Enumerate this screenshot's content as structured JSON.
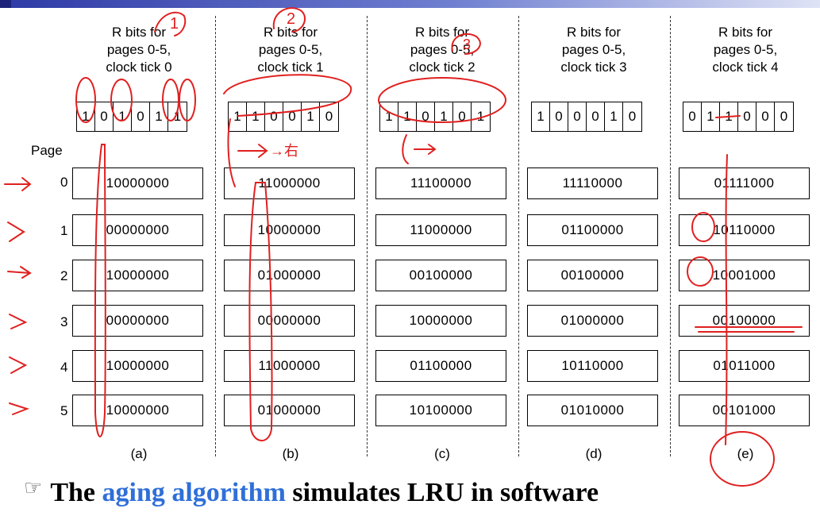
{
  "page_label": "Page",
  "page_numbers": [
    "0",
    "1",
    "2",
    "3",
    "4",
    "5"
  ],
  "columns": [
    {
      "header": [
        "R bits for",
        "pages 0-5,",
        "clock tick 0"
      ],
      "r_bits": [
        "1",
        "0",
        "1",
        "0",
        "1",
        "1"
      ],
      "counters": [
        "10000000",
        "00000000",
        "10000000",
        "00000000",
        "10000000",
        "10000000"
      ],
      "caption": "(a)"
    },
    {
      "header": [
        "R bits for",
        "pages 0-5,",
        "clock tick 1"
      ],
      "r_bits": [
        "1",
        "1",
        "0",
        "0",
        "1",
        "0"
      ],
      "counters": [
        "11000000",
        "10000000",
        "01000000",
        "00000000",
        "11000000",
        "01000000"
      ],
      "caption": "(b)"
    },
    {
      "header": [
        "R bits for",
        "pages 0-5,",
        "clock tick 2"
      ],
      "r_bits": [
        "1",
        "1",
        "0",
        "1",
        "0",
        "1"
      ],
      "counters": [
        "11100000",
        "11000000",
        "00100000",
        "10000000",
        "01100000",
        "10100000"
      ],
      "caption": "(c)"
    },
    {
      "header": [
        "R bits for",
        "pages 0-5,",
        "clock tick 3"
      ],
      "r_bits": [
        "1",
        "0",
        "0",
        "0",
        "1",
        "0"
      ],
      "counters": [
        "11110000",
        "01100000",
        "00100000",
        "01000000",
        "10110000",
        "01010000"
      ],
      "caption": "(d)"
    },
    {
      "header": [
        "R bits for",
        "pages 0-5,",
        "clock tick 4"
      ],
      "r_bits": [
        "0",
        "1",
        "1",
        "0",
        "0",
        "0"
      ],
      "counters": [
        "01111000",
        "10110000",
        "10001000",
        "00100000",
        "01011000",
        "00101000"
      ],
      "caption": "(e)"
    }
  ],
  "caption": {
    "icon": "pointing-hand-icon",
    "lead": "The ",
    "highlight": "aging algorithm",
    "rest": " simulates LRU in software"
  },
  "handwritten_annotations": {
    "circled_numbers": [
      "1",
      "2",
      "3"
    ],
    "arrow_note": "→右",
    "meaning": "red pen markings over the slide"
  },
  "colors": {
    "accent": "#2f6fd8",
    "ink": "#e02020",
    "top_rule": "#2e3aa6"
  }
}
